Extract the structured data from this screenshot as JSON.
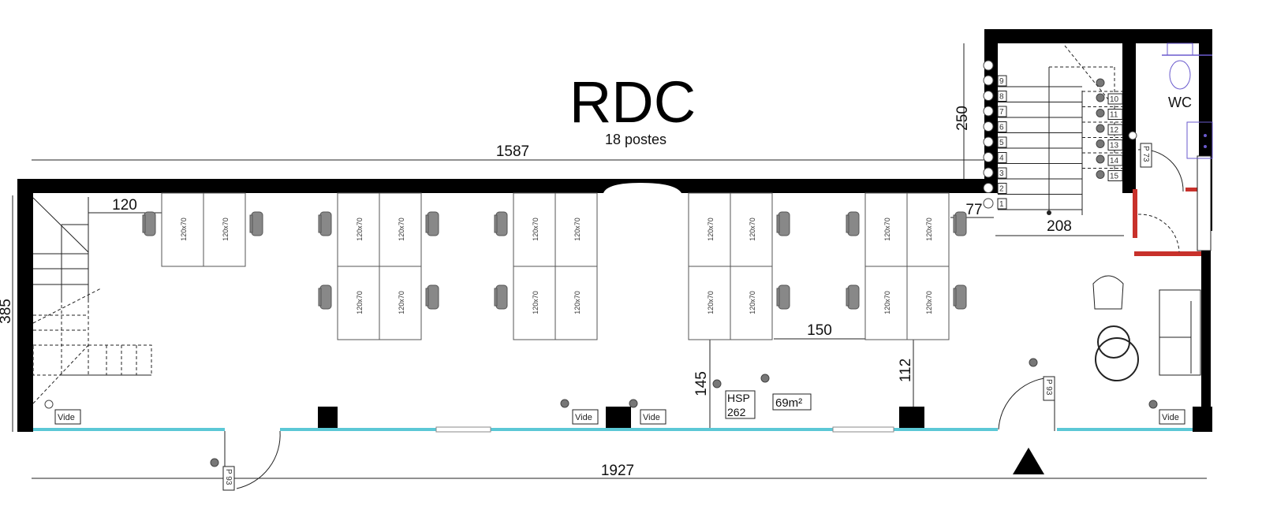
{
  "plan": {
    "title": "RDC",
    "subtitle": "18 postes",
    "dimensions": {
      "top_length": "1587",
      "stair_offset": "120",
      "room_depth": "385",
      "annex_gap": "77",
      "annex_width": "208",
      "annex_depth": "250",
      "desk_spacing": "150",
      "aisle_145": "145",
      "aisle_112": "112",
      "bottom_length": "1927"
    },
    "ceiling_height": {
      "label": "HSP",
      "value": "262"
    },
    "area": "69m²",
    "wc_label": "WC",
    "desk_label": "120x70",
    "vide_label": "Vide",
    "doors": [
      {
        "label": "P 93"
      },
      {
        "label": "P 73"
      },
      {
        "label": "P 93"
      }
    ],
    "stair_steps": [
      "1",
      "2",
      "3",
      "4",
      "5",
      "6",
      "7",
      "8",
      "9",
      "10",
      "11",
      "12",
      "13",
      "14",
      "15"
    ],
    "colors": {
      "glazing": "#5bc8d6",
      "partition": "#c8312b",
      "sanitary": "#6a5acd"
    }
  }
}
